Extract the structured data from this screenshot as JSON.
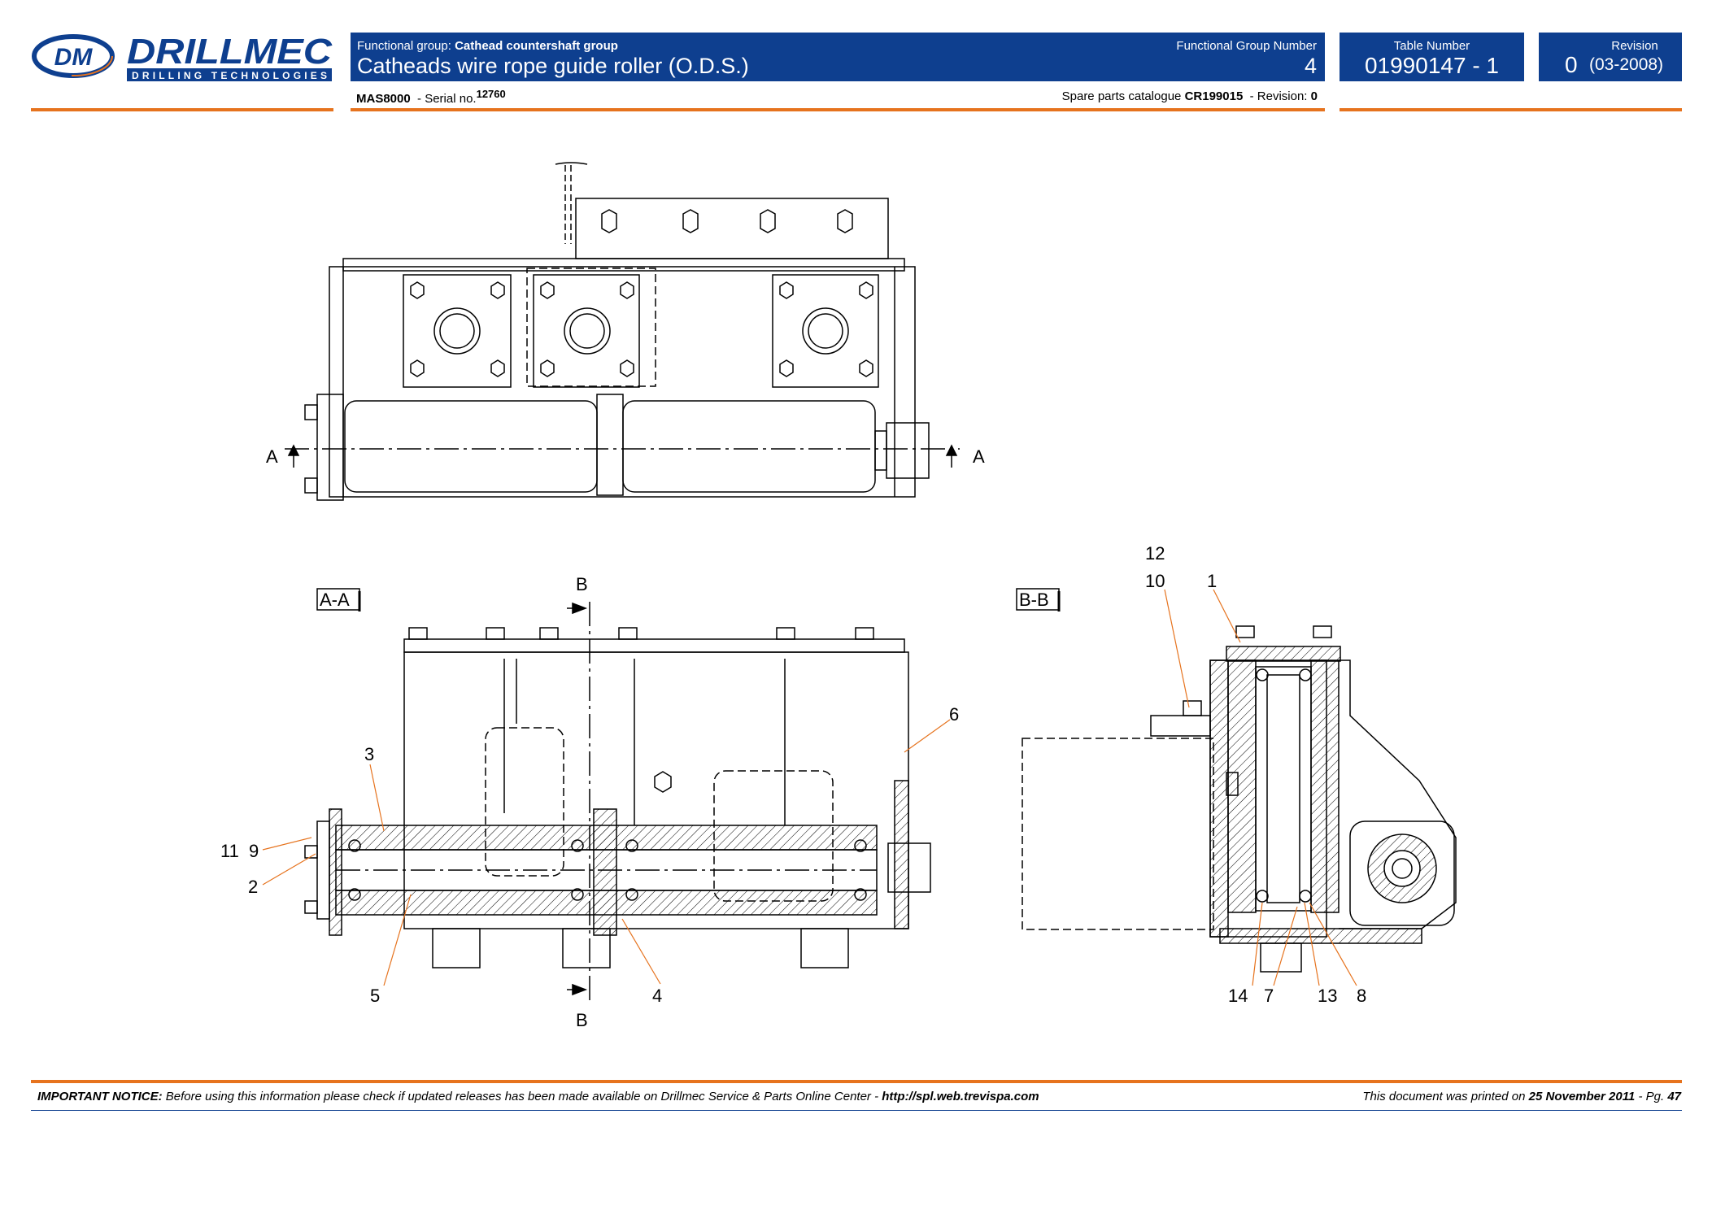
{
  "logo": {
    "brand": "DRILLMEC",
    "tagline": "DRILLING TECHNOLOGIES",
    "emblem": "DM"
  },
  "header": {
    "functional_group_label": "Functional group:",
    "functional_group_name": "Cathead countershaft group",
    "title": "Catheads wire rope guide roller (O.D.S.)",
    "functional_group_number_label": "Functional Group Number",
    "functional_group_number": "4",
    "table_number_label": "Table Number",
    "table_number": "01990147 - 1",
    "revision_label": "Revision",
    "revision_number": "0",
    "revision_date": "(03-2008)"
  },
  "subheader": {
    "model": "MAS8000",
    "serial_label": "- Serial no.",
    "serial_number": "12760",
    "catalogue_label": "Spare parts catalogue",
    "catalogue_code": "CR199015",
    "catalogue_revision_label": "- Revision:",
    "catalogue_revision": "0"
  },
  "drawing": {
    "section_marker_a": "A",
    "section_marker_b": "B",
    "view_aa_label": "A-A",
    "view_bb_label": "B-B",
    "part_callouts": [
      "12",
      "10",
      "1",
      "6",
      "3",
      "11",
      "9",
      "2",
      "5",
      "4",
      "14",
      "7",
      "13",
      "8"
    ]
  },
  "footer": {
    "notice_bold": "IMPORTANT NOTICE:",
    "notice_text": "Before using this information please check if updated releases has been made available on Drillmec Service & Parts Online Center -",
    "notice_url": "http://spl.web.trevispa.com",
    "printed_text": "This document was printed on",
    "printed_date": "25 November 2011",
    "page_label": "- Pg.",
    "page_number": "47"
  },
  "colors": {
    "header_blue": "#0e3f8f",
    "accent_orange": "#e6731e"
  }
}
